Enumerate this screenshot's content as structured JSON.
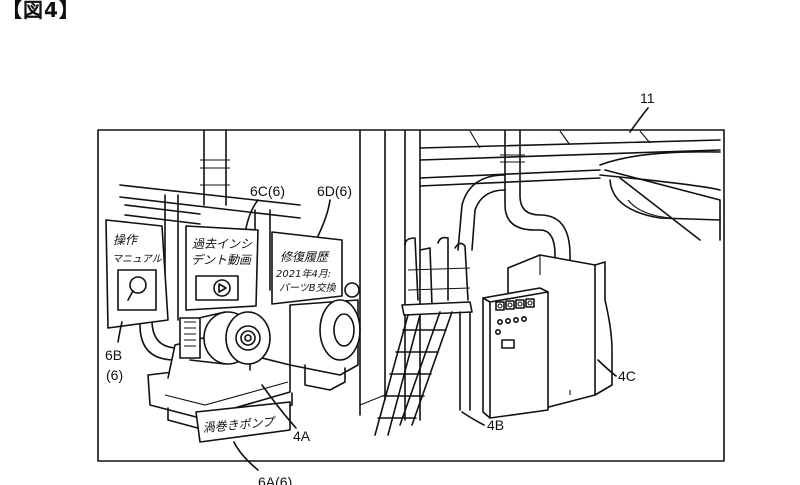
{
  "figure": {
    "title": "【図4】",
    "frame_label": "11"
  },
  "panels": {
    "manual": {
      "line1": "操作",
      "line2": "マニュアル",
      "icon": "magnifier-icon"
    },
    "video": {
      "line1": "過去インシ",
      "line2": "デント動画",
      "icon": "play-icon"
    },
    "history": {
      "line1": "修復履歴",
      "line2": "2021年4月:",
      "line3": "パーツB交換"
    }
  },
  "pump_sign": "渦巻きポンプ",
  "labels": {
    "6C": "6C(6)",
    "6D": "6D(6)",
    "6B_a": "6B",
    "6B_b": "(6)",
    "4A": "4A",
    "4B": "4B",
    "4C": "4C",
    "bottom": "6A(6)"
  }
}
